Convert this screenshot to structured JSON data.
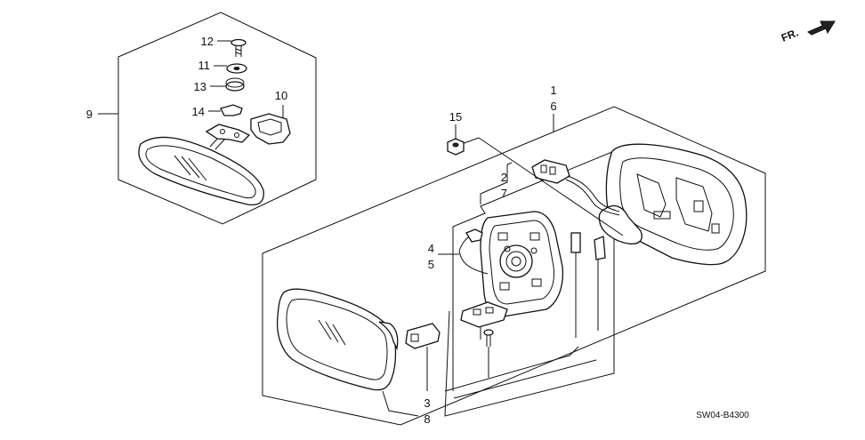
{
  "direction_label": "FR.",
  "drawing_code": "SW04-B4300",
  "callouts": [
    "1",
    "2",
    "3",
    "4",
    "5",
    "6",
    "7",
    "8",
    "9",
    "10",
    "11",
    "12",
    "13",
    "14",
    "15"
  ],
  "colors": {
    "ink": "#111111",
    "background": "#ffffff"
  }
}
